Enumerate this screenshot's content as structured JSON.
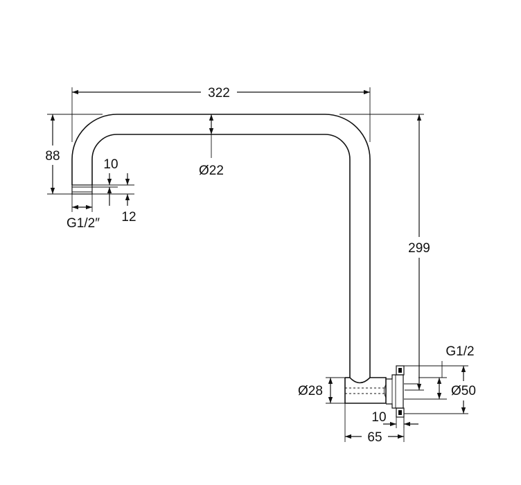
{
  "dimensions": {
    "width": "322",
    "height_left": "88",
    "pipe_diameter": "Ø22",
    "drop_height": "299",
    "thread_length": "10",
    "thread_gap": "12",
    "thread_left": "G1/2″",
    "thread_right": "G1/2",
    "base_diameter": "Ø28",
    "flange_diameter": "Ø50",
    "flange_offset": "10",
    "base_length": "65"
  }
}
